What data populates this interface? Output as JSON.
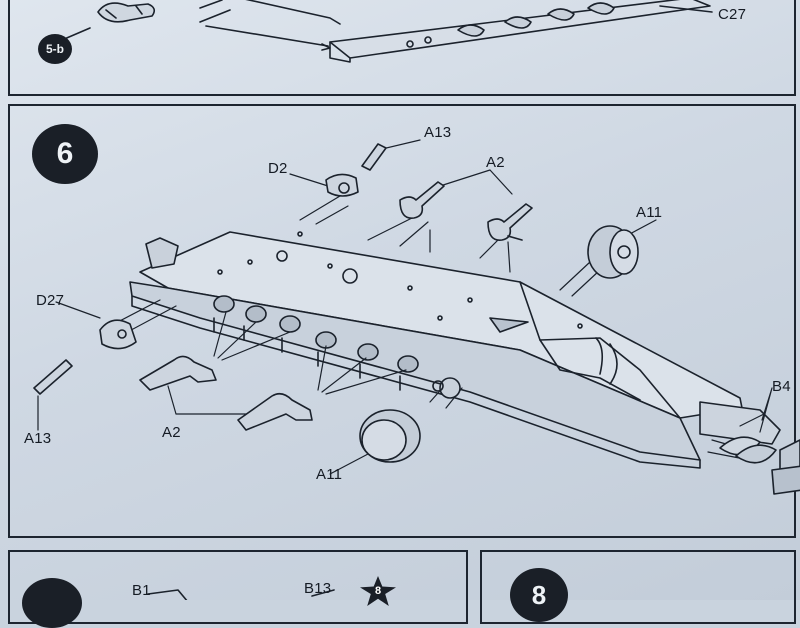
{
  "top_section": {
    "step_label": "5-b",
    "part_c27": "C27"
  },
  "main_section": {
    "step_number": "6",
    "parts": {
      "a13_top": "A13",
      "d2": "D2",
      "a2_top": "A2",
      "a11_right": "A11",
      "d27": "D27",
      "a13_left": "A13",
      "a2_bottom": "A2",
      "a11_bottom": "A11",
      "b4": "B4"
    }
  },
  "bottom_left": {
    "part_b1": "B1",
    "part_b13": "B13",
    "star_badge": "8"
  },
  "bottom_right": {
    "step_number": "8"
  }
}
